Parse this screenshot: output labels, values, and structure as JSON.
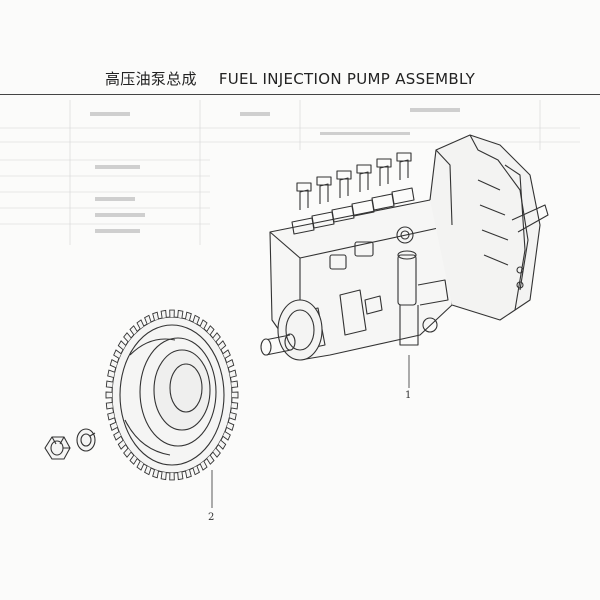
{
  "title": {
    "chinese": "高压油泵总成",
    "english": "FUEL INJECTION PUMP ASSEMBLY"
  },
  "callouts": [
    {
      "number": "1",
      "part": "fuel-injection-pump"
    },
    {
      "number": "2",
      "part": "gear"
    }
  ],
  "colors": {
    "line": "#333333",
    "background": "#fbfbfa",
    "ghost_text": "#c8c8c8"
  }
}
